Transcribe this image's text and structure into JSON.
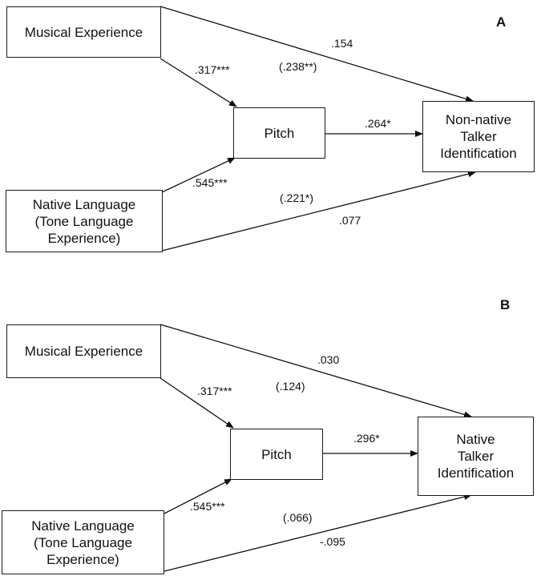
{
  "panels": [
    {
      "label": "A",
      "nodes": {
        "musical": "Musical Experience",
        "pitch": "Pitch",
        "native_lang_lines": [
          "Native Language",
          "(Tone Language",
          "Experience)"
        ],
        "outcome_lines": [
          "Non-native",
          "Talker",
          "Identification"
        ]
      },
      "paths": {
        "musical_to_pitch": ".317***",
        "lang_to_pitch": ".545***",
        "pitch_to_outcome": ".264*",
        "musical_to_outcome_direct": ".154",
        "musical_to_outcome_total": "(.238**)",
        "lang_to_outcome_total": "(.221*)",
        "lang_to_outcome_direct": ".077"
      }
    },
    {
      "label": "B",
      "nodes": {
        "musical": "Musical Experience",
        "pitch": "Pitch",
        "native_lang_lines": [
          "Native Language",
          "(Tone Language",
          "Experience)"
        ],
        "outcome_lines": [
          "Native",
          "Talker",
          "Identification"
        ]
      },
      "paths": {
        "musical_to_pitch": ".317***",
        "lang_to_pitch": ".545***",
        "pitch_to_outcome": ".296*",
        "musical_to_outcome_direct": ".030",
        "musical_to_outcome_total": "(.124)",
        "lang_to_outcome_total": "(.066)",
        "lang_to_outcome_direct": "-.095"
      }
    }
  ]
}
